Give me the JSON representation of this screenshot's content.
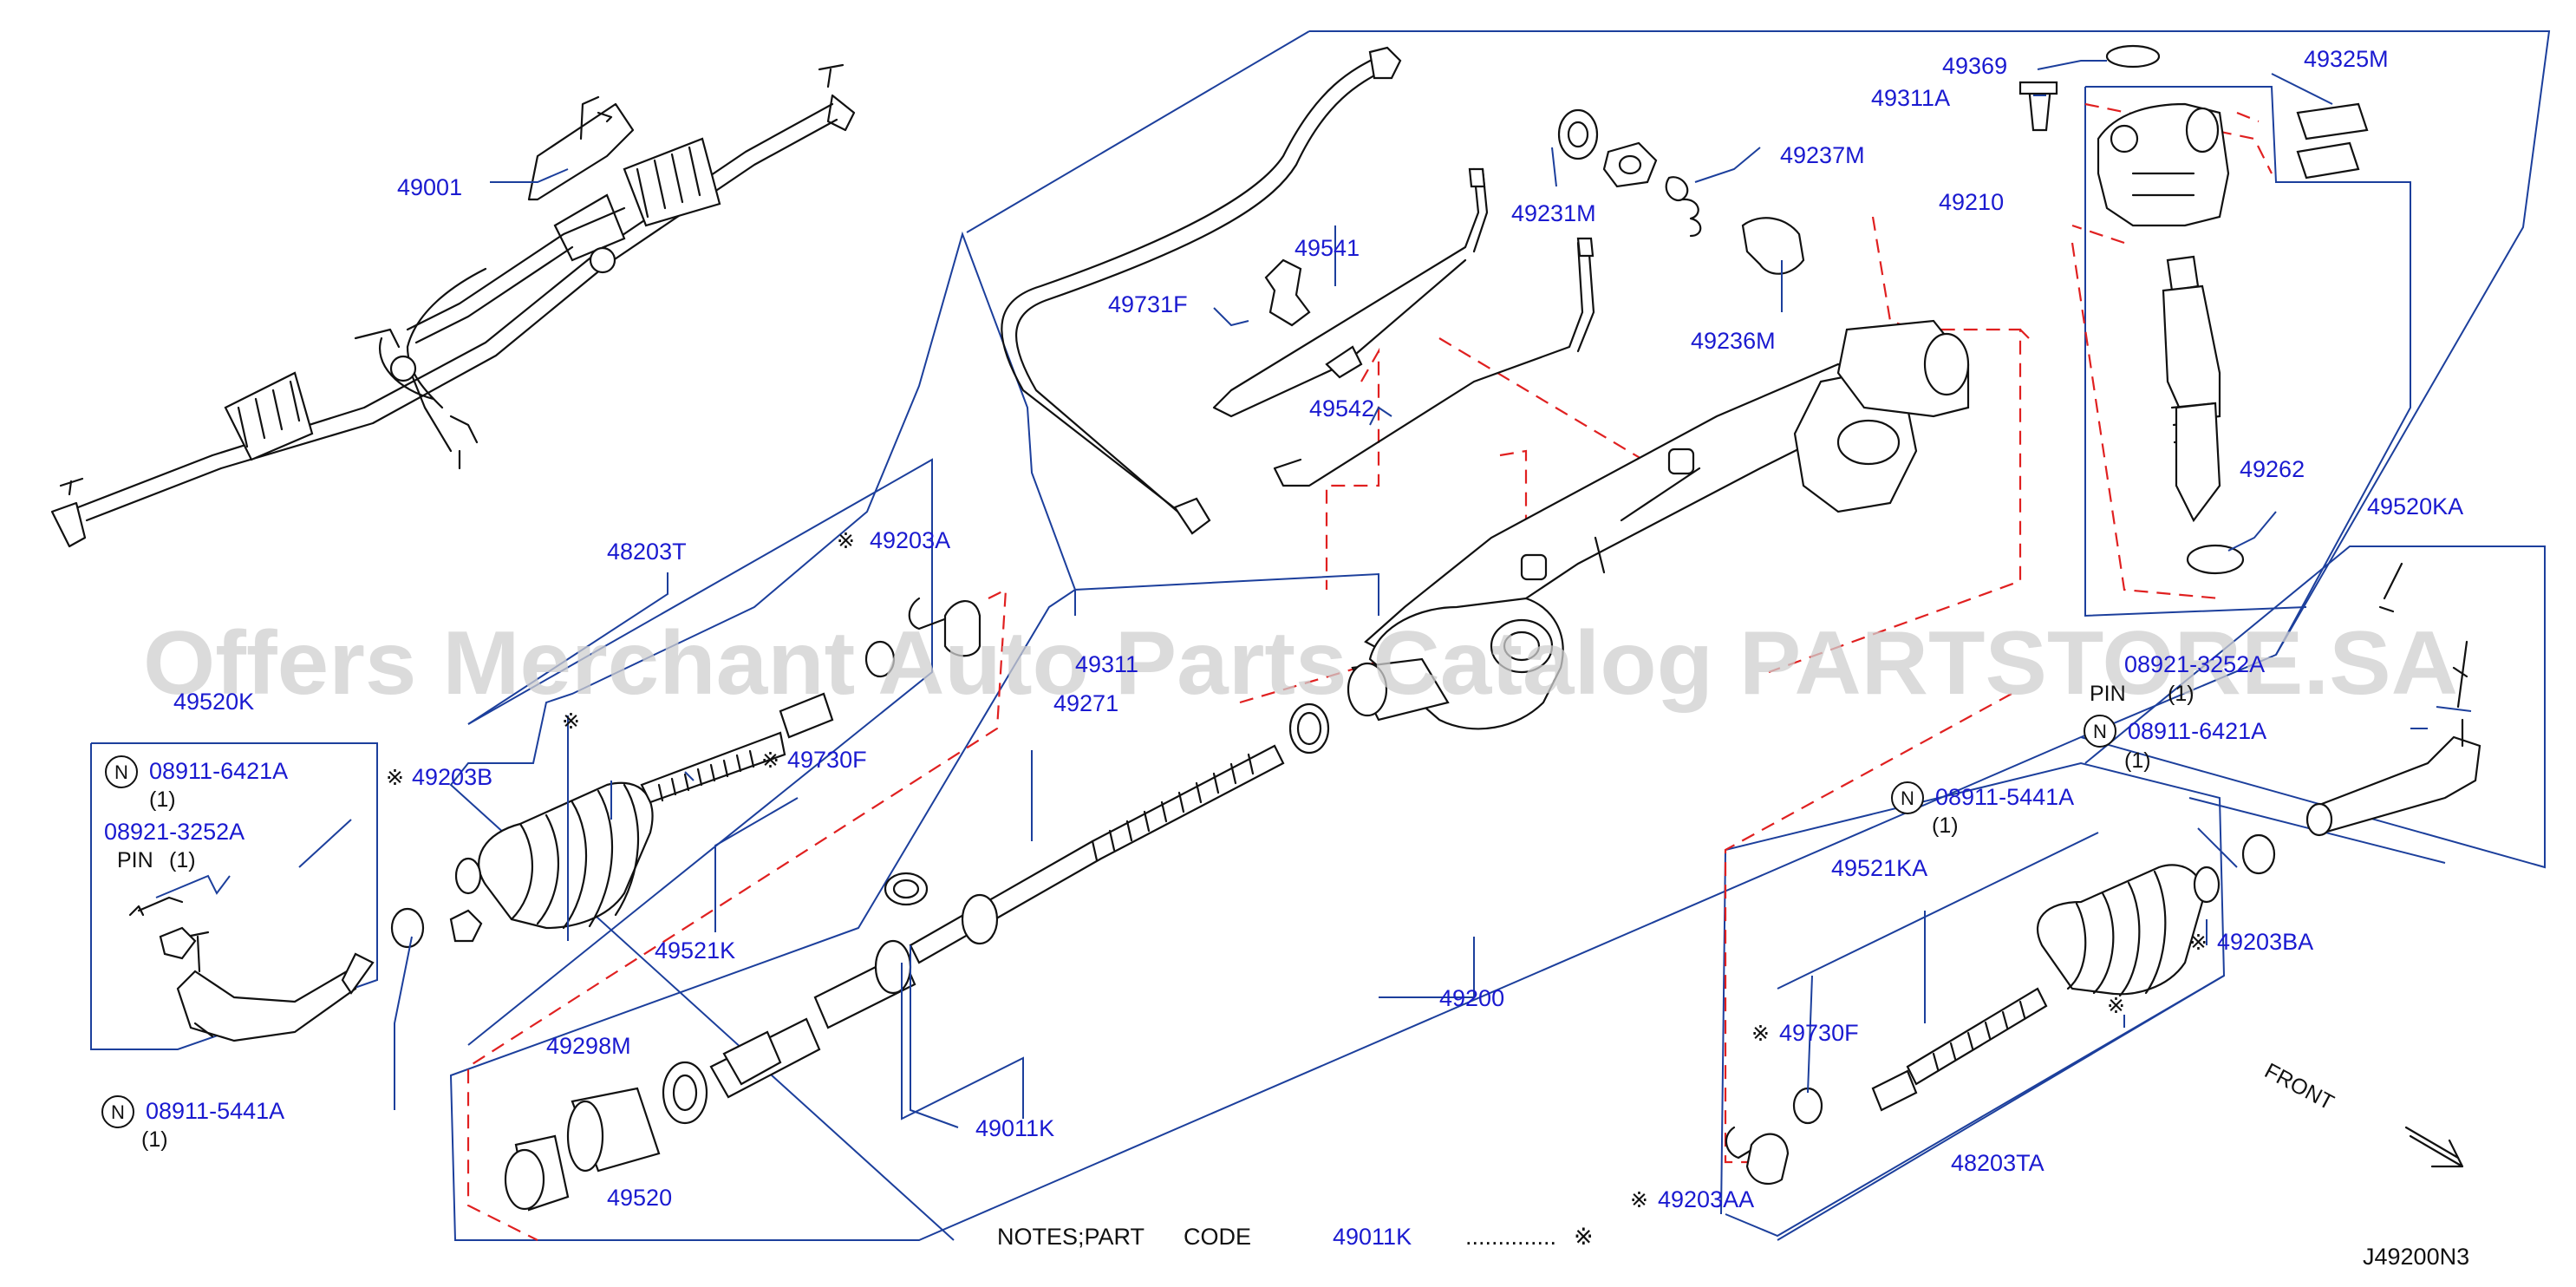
{
  "diagram_code": "J49200N3",
  "watermark": "Offers Merchant Auto Parts Catalog PARTSTORE.SA",
  "front_label": "FRONT",
  "notes": {
    "prefix": "NOTES;PART",
    "code_word": "CODE",
    "part": "49011K",
    "dots": "..............",
    "symbol": "※"
  },
  "callouts": {
    "c49001": "49001",
    "c48203T": "48203T",
    "c49203A": "49203A",
    "c49203B": "49203B",
    "c49730F": "49730F",
    "c49521K": "49521K",
    "c49520K": "49520K",
    "c08911_6421A_l": "08911-6421A",
    "q_l1": "(1)",
    "c08921_3252A": "08921-3252A",
    "pin_l": "PIN",
    "q_l2": "(1)",
    "c08911_5441A_l": "08911-5441A",
    "q_l3": "(1)",
    "c49298M": "49298M",
    "c49520": "49520",
    "c49011K": "49011K",
    "c49311": "49311",
    "c49271": "49271",
    "c49200": "49200",
    "c49731F": "49731F",
    "c49541": "49541",
    "c49542": "49542",
    "c49231M": "49231M",
    "c49237M": "49237M",
    "c49236M": "49236M",
    "c49369": "49369",
    "c49311A": "49311A",
    "c49325M": "49325M",
    "c49210": "49210",
    "c49262": "49262",
    "c49520KA": "49520KA",
    "c08921_3252A_r": "08921-3252A",
    "pin_r": "PIN",
    "q_r1": "(1)",
    "c08911_6421A_r": "08911-6421A",
    "q_r2": "(1)",
    "c08911_5441A_r": "08911-5441A",
    "q_r3": "(1)",
    "c49521KA": "49521KA",
    "c49203BA": "49203BA",
    "c49730F_r": "49730F",
    "c48203TA": "48203TA",
    "c49203AA": "49203AA"
  },
  "symbols": {
    "kome": "※",
    "n_badge": "N"
  }
}
